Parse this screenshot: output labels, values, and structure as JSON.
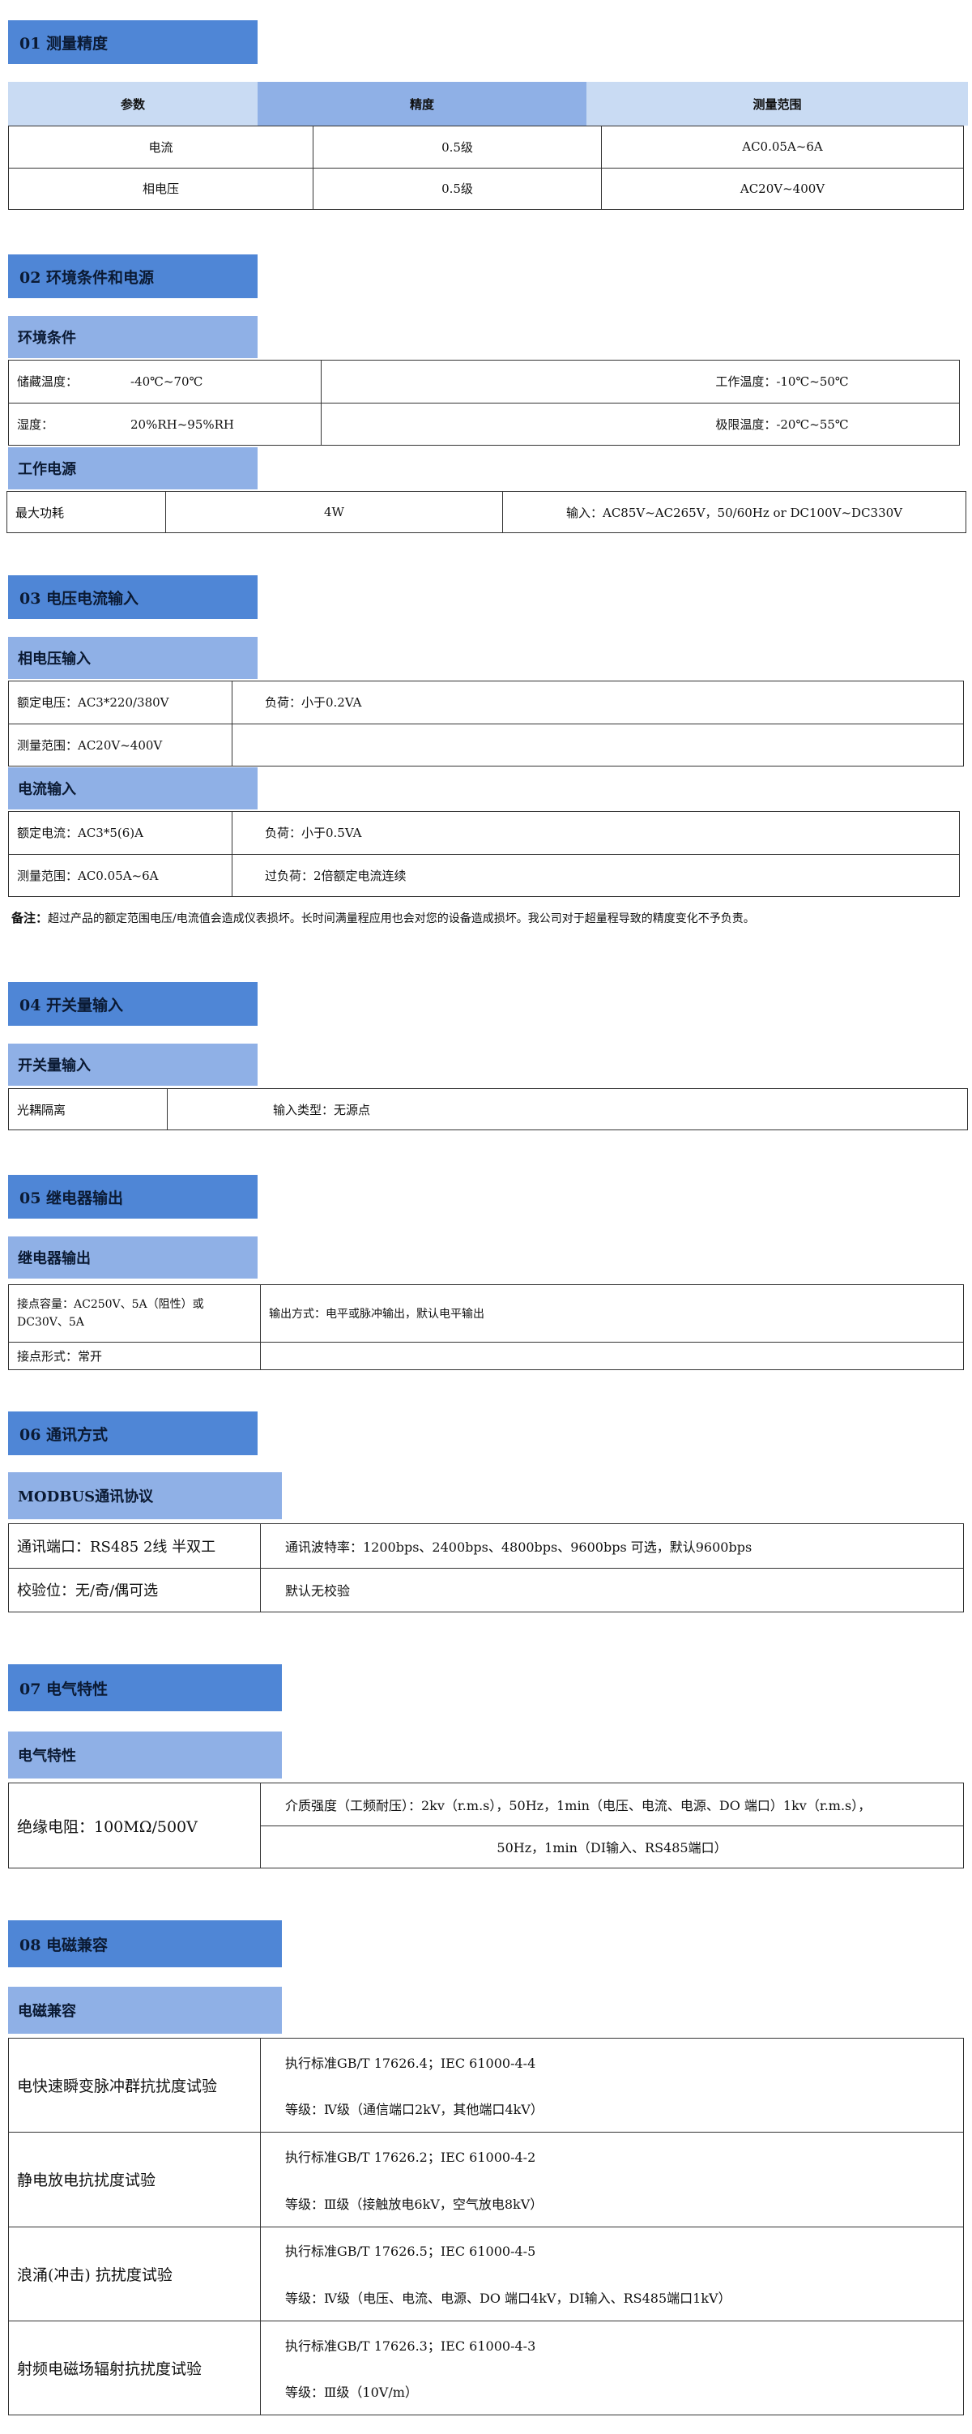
{
  "s1": {
    "title": "01 测量精度",
    "header": [
      "参数",
      "精度",
      "测量范围"
    ],
    "rows": [
      [
        "电流",
        "0.5级",
        "AC0.05A~6A"
      ],
      [
        "相电压",
        "0.5级",
        "AC20V~400V"
      ]
    ]
  },
  "s2": {
    "title": "02 环境条件和电源",
    "env_title": "环境条件",
    "env_rows": [
      [
        "储藏温度：",
        "-40℃~70℃",
        "工作温度：-10℃~50℃"
      ],
      [
        "湿度：",
        "20%RH~95%RH",
        "极限温度：-20℃~55℃"
      ]
    ],
    "power_title": "工作电源",
    "power_row": [
      "最大功耗",
      "4W",
      "输入：AC85V~AC265V，50/60Hz  or DC100V~DC330V"
    ]
  },
  "s3": {
    "title": "03 电压电流输入",
    "volt_title": "相电压输入",
    "volt_rows": [
      [
        "额定电压：AC3*220/380V",
        "负荷：小于0.2VA"
      ],
      [
        "测量范围：AC20V~400V",
        ""
      ]
    ],
    "curr_title": "电流输入",
    "curr_rows": [
      [
        "额定电流：AC3*5(6)A",
        "负荷：小于0.5VA"
      ],
      [
        "测量范围：AC0.05A~6A",
        "过负荷：2倍额定电流连续"
      ]
    ],
    "note_label": "备注：",
    "note_text": "超过产品的额定范围电压/电流值会造成仪表损坏。长时间满量程应用也会对您的设备造成损坏。我公司对于超量程导致的精度变化不予负责。"
  },
  "s4": {
    "title": "04 开关量输入",
    "sub_title": "开关量输入",
    "row": [
      "光耦隔离",
      "输入类型：无源点"
    ]
  },
  "s5": {
    "title": "05 继电器输出",
    "sub_title": "继电器输出",
    "rows": [
      [
        "接点容量：AC250V、5A（阻性）或DC30V、5A",
        "输出方式：电平或脉冲输出，默认电平输出"
      ],
      [
        "接点形式：常开",
        ""
      ]
    ]
  },
  "s6": {
    "title": "06 通讯方式",
    "sub_title": "MODBUS通讯协议",
    "rows": [
      [
        "通讯端口：RS485 2线 半双工",
        "通讯波特率：1200bps、2400bps、4800bps、9600bps 可选，默认9600bps"
      ],
      [
        "校验位：无/奇/偶可选",
        "默认无校验"
      ]
    ]
  },
  "s7": {
    "title": "07 电气特性",
    "sub_title": "电气特性",
    "left": "绝缘电阻：100MΩ/500V",
    "right_line1": "介质强度（工频耐压）：2kv（r.m.s），50Hz，1min（电压、电流、电源、DO 端口）1kv（r.m.s），",
    "right_line2": "50Hz，1min（DI输入、RS485端口）"
  },
  "s8": {
    "title": "08 电磁兼容",
    "sub_title": "电磁兼容",
    "rows": [
      {
        "name": "电快速瞬变脉冲群抗扰度试验",
        "std": "执行标准GB/T 17626.4；IEC 61000-4-4",
        "level": "等级：Ⅳ级（通信端口2kV，其他端口4kV）"
      },
      {
        "name": "静电放电抗扰度试验",
        "std": "执行标准GB/T 17626.2；IEC 61000-4-2",
        "level": "等级：Ⅲ级（接触放电6kV，空气放电8kV）"
      },
      {
        "name": "浪涌(冲击) 抗扰度试验",
        "std": "执行标准GB/T 17626.5；IEC 61000-4-5",
        "level": "等级：Ⅳ级（电压、电流、电源、DO 端口4kV，DI输入、RS485端口1kV）"
      },
      {
        "name": "射频电磁场辐射抗扰度试验",
        "std": "执行标准GB/T 17626.3；IEC 61000-4-3",
        "level": "等级：Ⅲ级（10V/m）"
      }
    ]
  }
}
